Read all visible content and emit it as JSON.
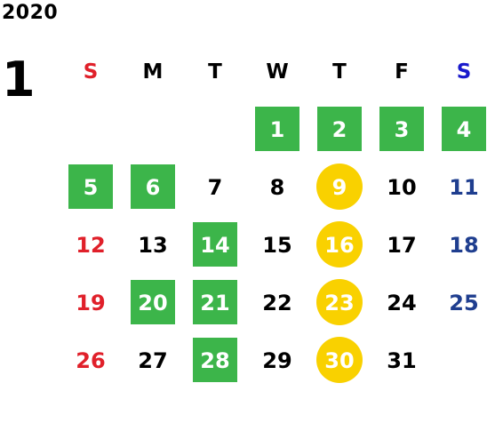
{
  "year": "2020",
  "month": "1",
  "colors": {
    "sunday": "#e0202a",
    "saturday_header": "#1a1acc",
    "saturday_date": "#1f3e8f",
    "default": "#000000",
    "green_bg": "#3cb54a",
    "yellow_bg": "#f9d100",
    "highlight_text": "#ffffff"
  },
  "weekdays": [
    "S",
    "M",
    "T",
    "W",
    "T",
    "F",
    "S"
  ],
  "weeks": [
    [
      {
        "day": "",
        "style": "none"
      },
      {
        "day": "",
        "style": "none"
      },
      {
        "day": "",
        "style": "none"
      },
      {
        "day": "1",
        "style": "green"
      },
      {
        "day": "2",
        "style": "green"
      },
      {
        "day": "3",
        "style": "green"
      },
      {
        "day": "4",
        "style": "green"
      }
    ],
    [
      {
        "day": "5",
        "style": "green"
      },
      {
        "day": "6",
        "style": "green"
      },
      {
        "day": "7",
        "style": "plain"
      },
      {
        "day": "8",
        "style": "plain"
      },
      {
        "day": "9",
        "style": "yellow"
      },
      {
        "day": "10",
        "style": "plain"
      },
      {
        "day": "11",
        "style": "plain"
      }
    ],
    [
      {
        "day": "12",
        "style": "plain"
      },
      {
        "day": "13",
        "style": "plain"
      },
      {
        "day": "14",
        "style": "green"
      },
      {
        "day": "15",
        "style": "plain"
      },
      {
        "day": "16",
        "style": "yellow"
      },
      {
        "day": "17",
        "style": "plain"
      },
      {
        "day": "18",
        "style": "plain"
      }
    ],
    [
      {
        "day": "19",
        "style": "plain"
      },
      {
        "day": "20",
        "style": "green"
      },
      {
        "day": "21",
        "style": "green"
      },
      {
        "day": "22",
        "style": "plain"
      },
      {
        "day": "23",
        "style": "yellow"
      },
      {
        "day": "24",
        "style": "plain"
      },
      {
        "day": "25",
        "style": "plain"
      }
    ],
    [
      {
        "day": "26",
        "style": "plain"
      },
      {
        "day": "27",
        "style": "plain"
      },
      {
        "day": "28",
        "style": "green"
      },
      {
        "day": "29",
        "style": "plain"
      },
      {
        "day": "30",
        "style": "yellow"
      },
      {
        "day": "31",
        "style": "plain"
      },
      {
        "day": "",
        "style": "none"
      }
    ]
  ]
}
